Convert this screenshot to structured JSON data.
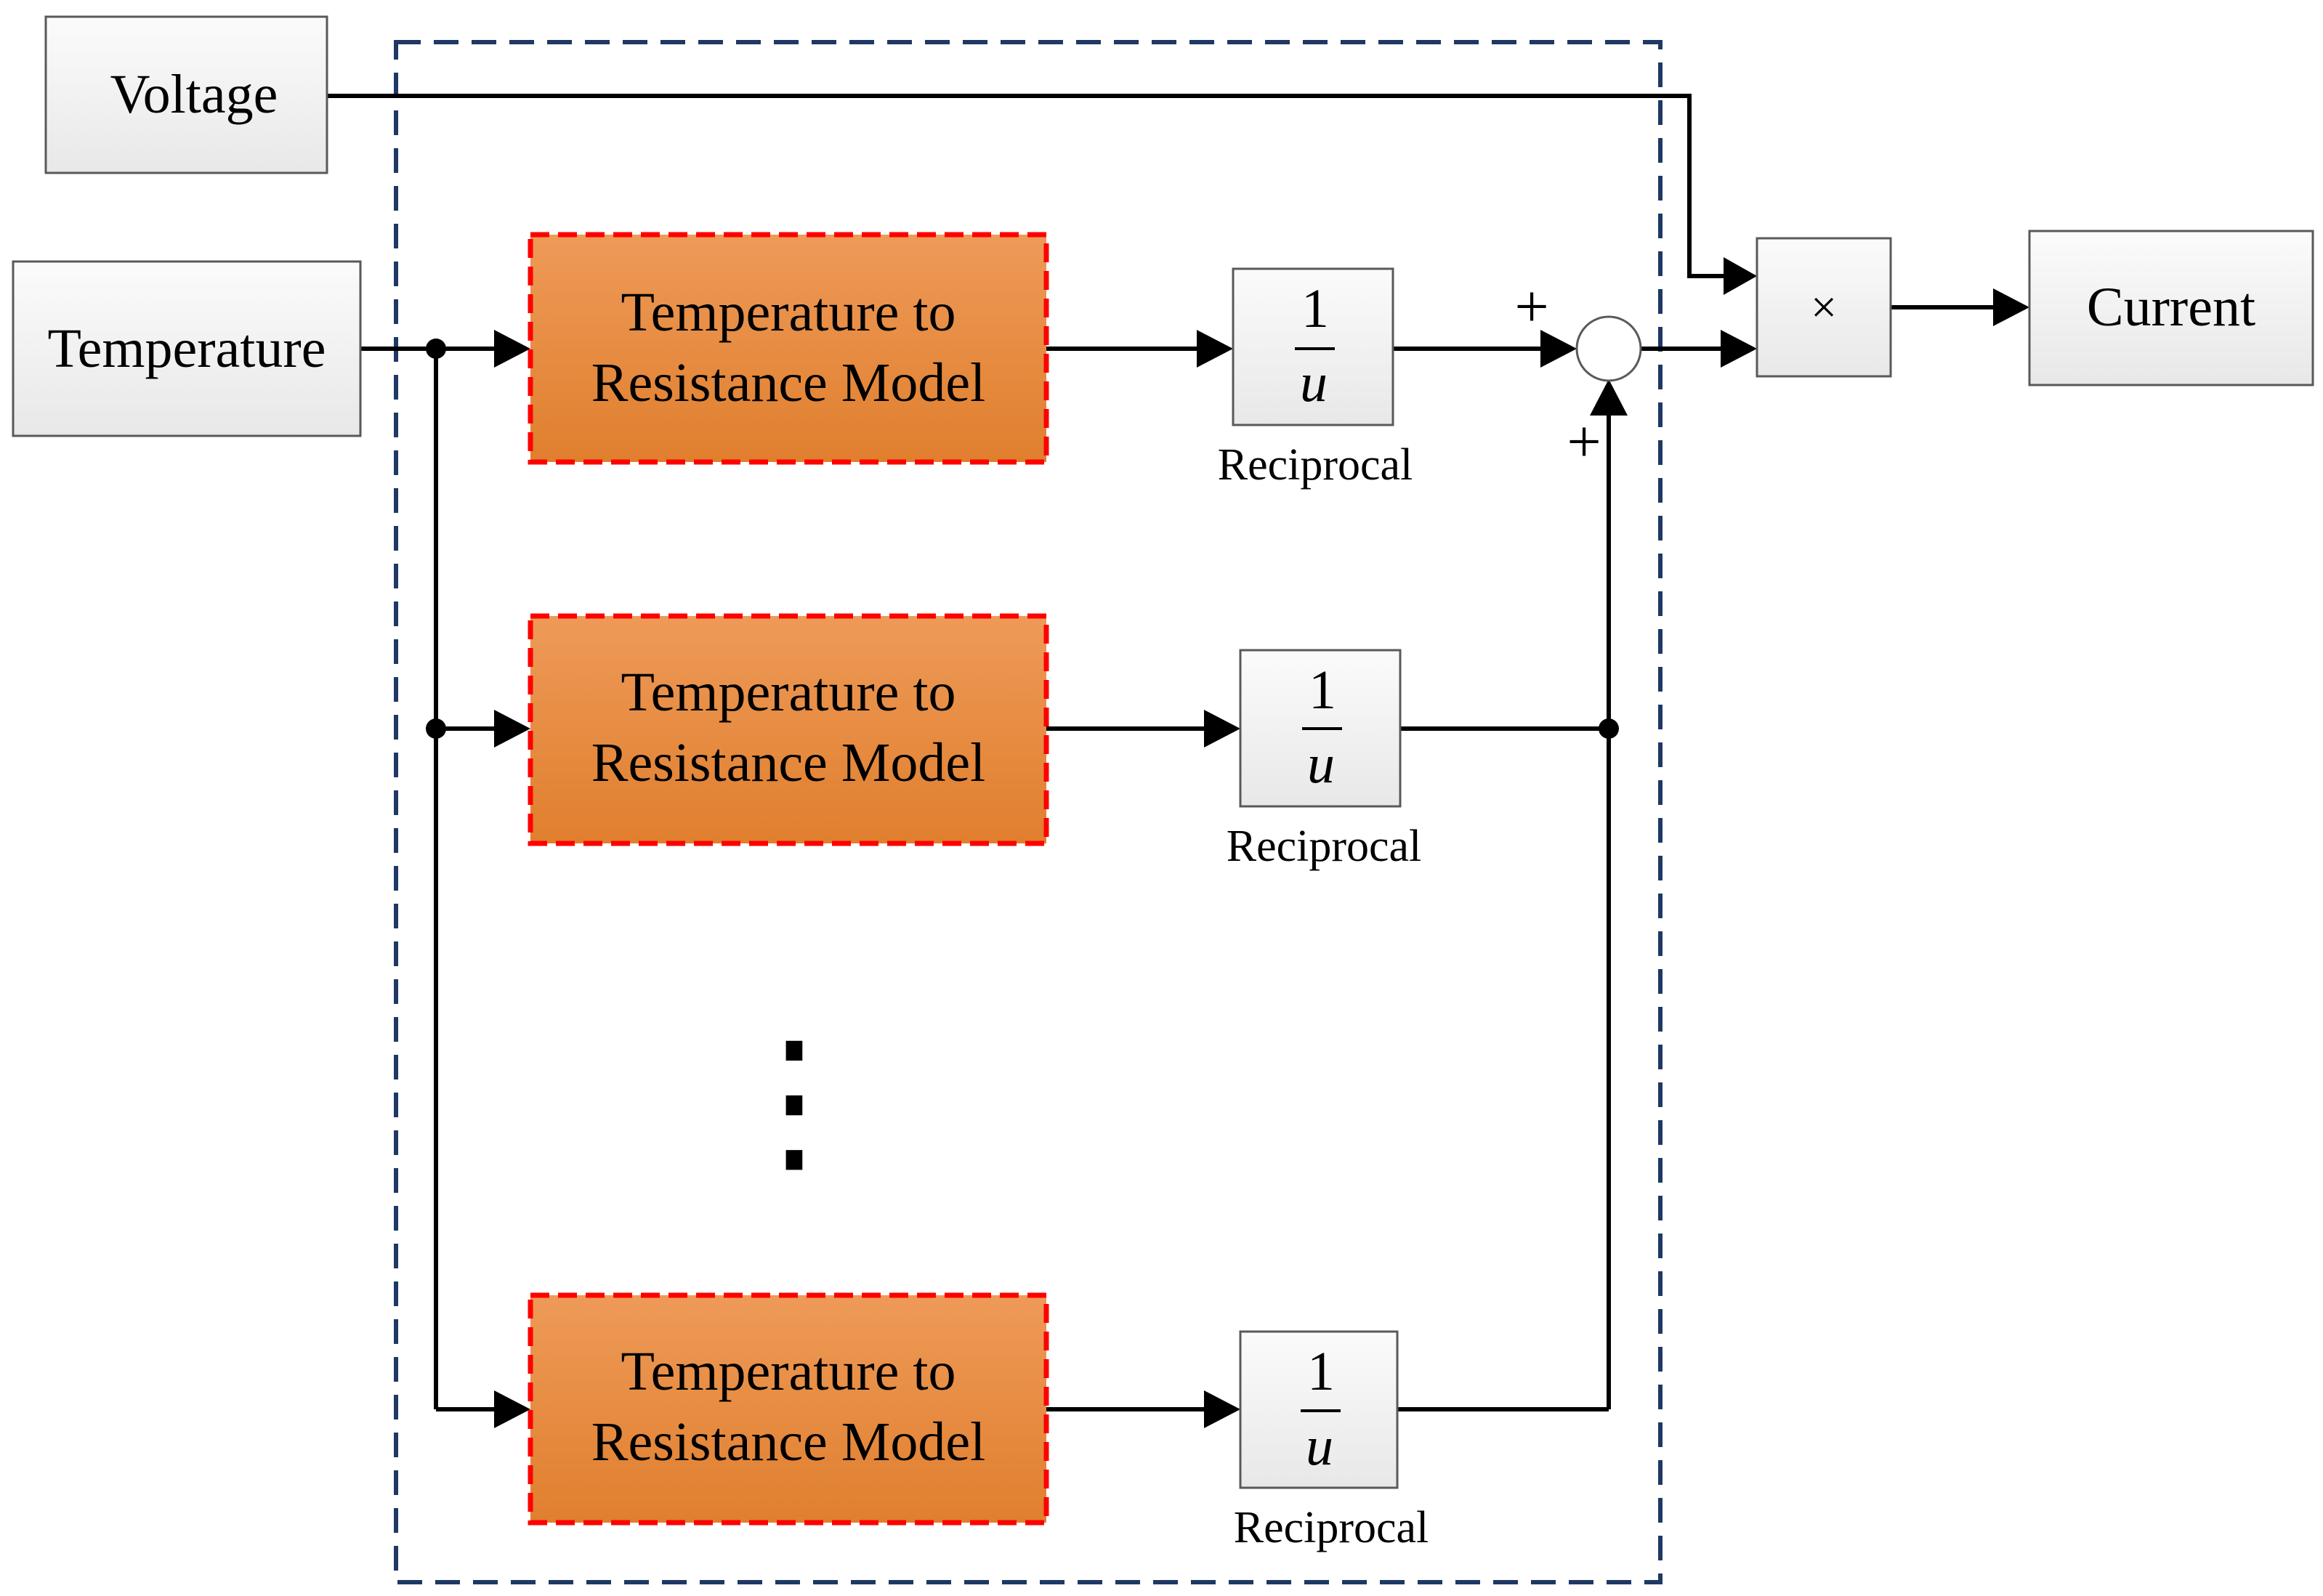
{
  "inputs": {
    "voltage": "Voltage",
    "temperature": "Temperature"
  },
  "output": {
    "current": "Current"
  },
  "models": [
    {
      "label_line1": "Temperature to",
      "label_line2": "Resistance Model"
    },
    {
      "label_line1": "Temperature to",
      "label_line2": "Resistance Model"
    },
    {
      "label_line1": "Temperature to",
      "label_line2": "Resistance Model"
    }
  ],
  "reciprocal_blocks": [
    {
      "numerator": "1",
      "denominator": "u",
      "caption": "Reciprocal"
    },
    {
      "numerator": "1",
      "denominator": "u",
      "caption": "Reciprocal"
    },
    {
      "numerator": "1",
      "denominator": "u",
      "caption": "Reciprocal"
    }
  ],
  "sum_block": {
    "sign_top": "+",
    "sign_bottom": "+"
  },
  "product_block": {
    "symbol": "×"
  },
  "continuation": "⋮",
  "colors": {
    "model_fill": "#E8863A",
    "model_border": "#FF0000",
    "io_fill": "#F2F2F2",
    "io_border": "#595959",
    "group_border": "#1F3864",
    "wire": "#000000"
  }
}
